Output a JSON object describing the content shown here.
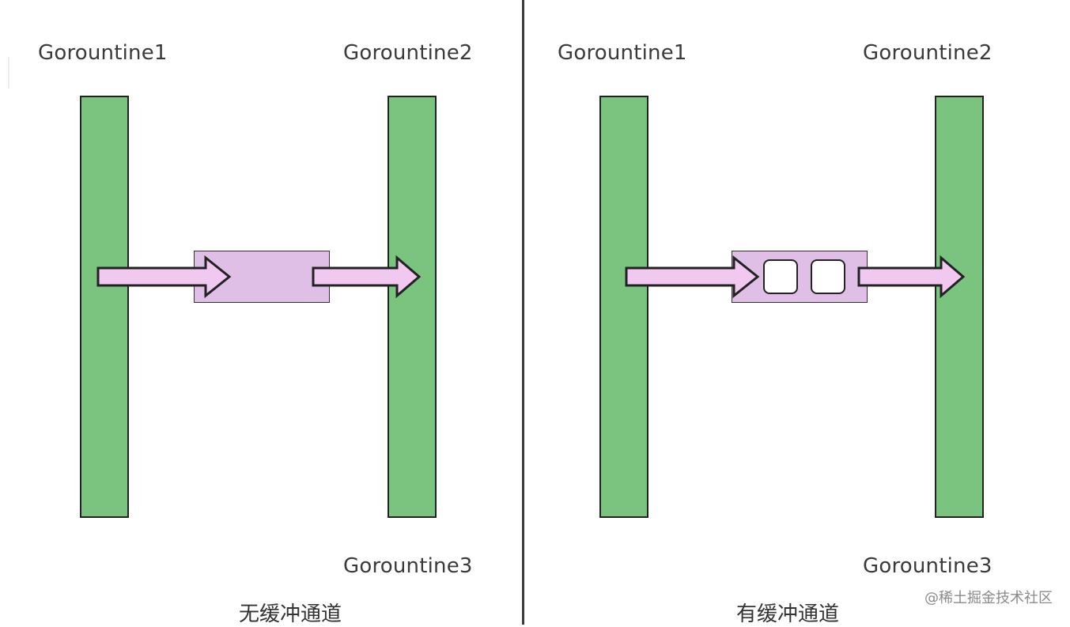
{
  "colors": {
    "goroutine_bar": "#7bc47f",
    "channel_fill": "#e0bfe6",
    "arrow_fill": "#f0c8f0",
    "outline": "#222222",
    "divider": "#3c3c3c"
  },
  "unbuffered": {
    "goroutine1": "Gorountine1",
    "goroutine2": "Gorountine2",
    "goroutine3": "Gorountine3",
    "caption": "无缓冲通道"
  },
  "buffered": {
    "goroutine1": "Gorountine1",
    "goroutine2": "Gorountine2",
    "goroutine3": "Gorountine3",
    "caption": "有缓冲通道",
    "buffer_slots": 2
  },
  "watermark": "@稀土掘金技术社区"
}
